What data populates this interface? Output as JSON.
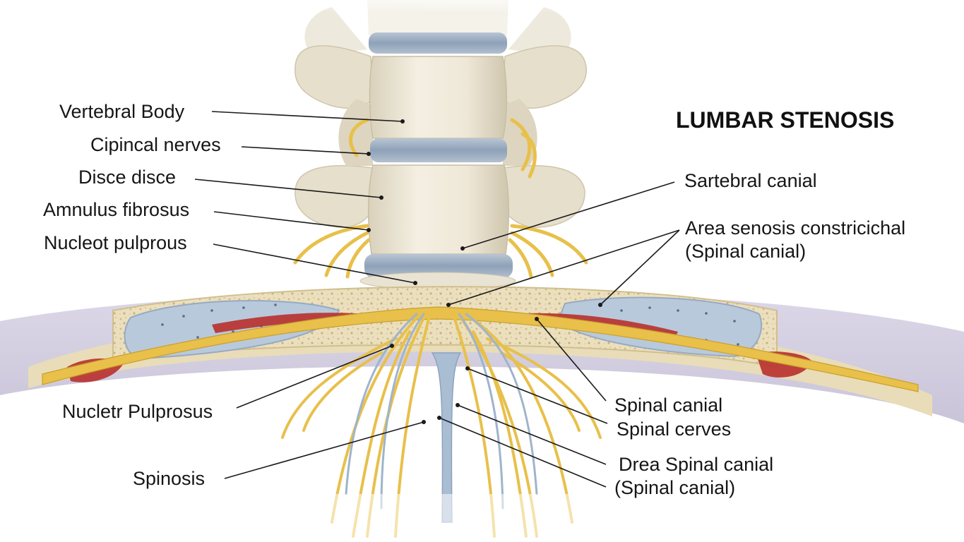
{
  "title": "LUMBAR STENOSIS",
  "labels": {
    "vertebral_body": "Vertebral Body",
    "cipincal_nerves": "Cipincal nerves",
    "disce_disce": "Disce disce",
    "amnulus_fibrosus": "Amnulus fibrosus",
    "nucleot_pulprous": "Nucleot pulprous",
    "sartebral_canial": "Sartebral canial",
    "area_senosis_line1": "Area senosis constricichal",
    "area_senosis_line2": "(Spinal canial)",
    "nucletr_pulprosus": "Nucletr Pulprosus",
    "spinosis": "Spinosis",
    "spinal_canial": "Spinal canial",
    "spinal_cerves": "Spinal cerves",
    "drea_spinal_line1": "Drea Spinal canial",
    "drea_spinal_line2": "(Spinal canial)"
  },
  "colors": {
    "bone": "#ece6d6",
    "bone_shadow": "#cfc6ae",
    "disc": "#9fb0c4",
    "nerve": "#e8c04a",
    "nerve_dark": "#c9a02c",
    "vessel": "#b8302c",
    "canal_fluid": "#b9c9dc",
    "cancellous": "#e8dcba",
    "outer_band": "#d4d0e0"
  }
}
